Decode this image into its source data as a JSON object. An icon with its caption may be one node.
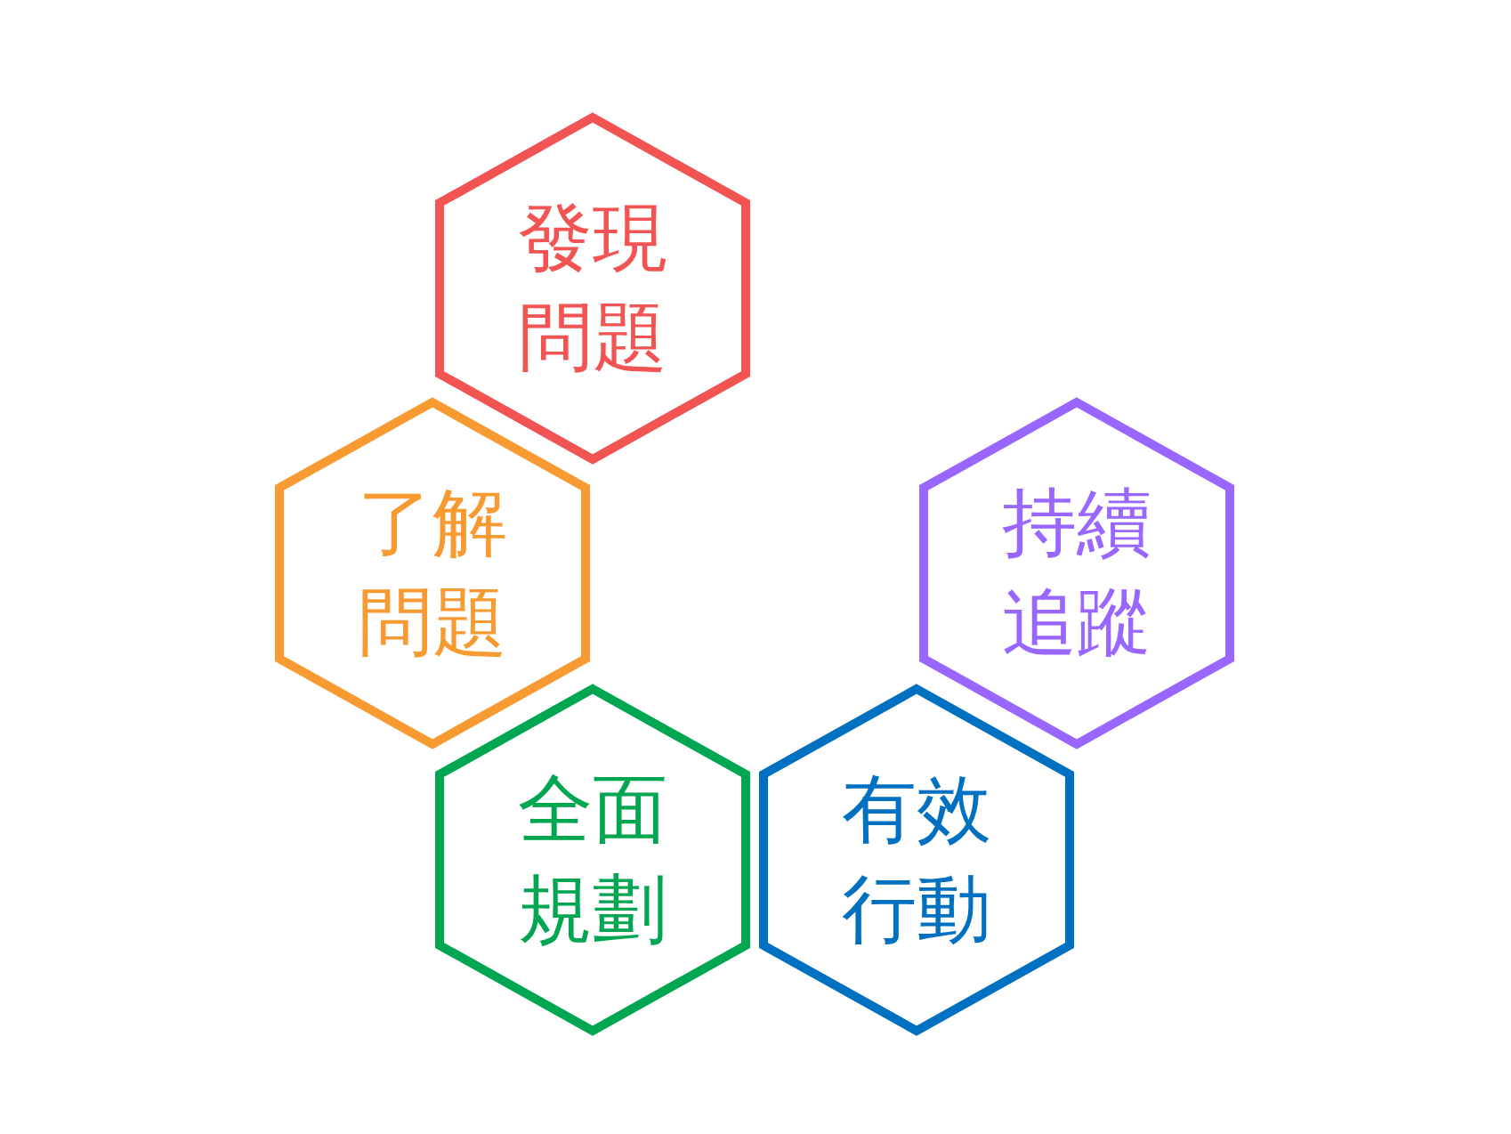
{
  "diagram": {
    "nodes": [
      {
        "text": [
          "發現問題"
        ]
      },
      {
        "text": [
          "了解問題"
        ]
      },
      {
        "text": [
          "持續追蹤"
        ]
      },
      {
        "text": [
          "全面規劃"
        ]
      },
      {
        "text": [
          "有效行動"
        ]
      }
    ]
  }
}
